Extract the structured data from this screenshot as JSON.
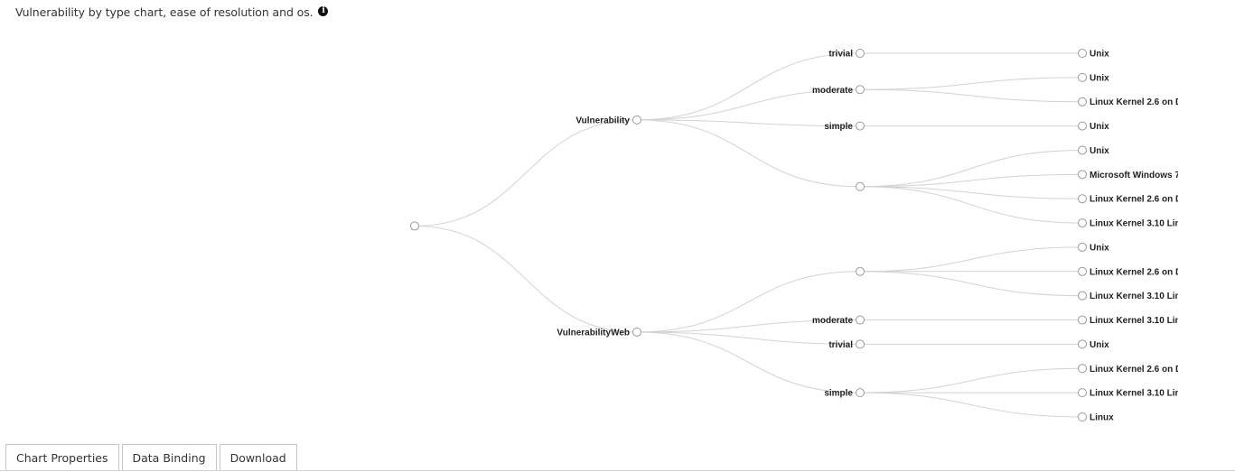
{
  "header": {
    "title": "Vulnerability by type chart, ease of resolution and os.",
    "info_icon": "info-circle-icon"
  },
  "tree": {
    "levels": 4,
    "colors": {
      "link": "#d2d2d2",
      "node_stroke": "#9a9a9a",
      "label": "#222222"
    },
    "root": {
      "label": "",
      "children": [
        {
          "label": "Vulnerability",
          "children": [
            {
              "label": "trivial",
              "children": [
                {
                  "label": "Unix"
                }
              ]
            },
            {
              "label": "moderate",
              "children": [
                {
                  "label": "Unix"
                },
                {
                  "label": "Linux Kernel 2.6 on D"
                }
              ]
            },
            {
              "label": "simple",
              "children": [
                {
                  "label": "Unix"
                }
              ]
            },
            {
              "label": "",
              "children": [
                {
                  "label": "Unix"
                },
                {
                  "label": "Microsoft Windows 7"
                },
                {
                  "label": "Linux Kernel 2.6 on D"
                },
                {
                  "label": "Linux Kernel 3.10 Lin"
                }
              ]
            }
          ]
        },
        {
          "label": "VulnerabilityWeb",
          "children": [
            {
              "label": "",
              "children": [
                {
                  "label": "Unix"
                },
                {
                  "label": "Linux Kernel 2.6 on D"
                },
                {
                  "label": "Linux Kernel 3.10 Lin"
                }
              ]
            },
            {
              "label": "moderate",
              "children": [
                {
                  "label": "Linux Kernel 3.10 Lin"
                }
              ]
            },
            {
              "label": "trivial",
              "children": [
                {
                  "label": "Unix"
                }
              ]
            },
            {
              "label": "simple",
              "children": [
                {
                  "label": "Linux Kernel 2.6 on D"
                },
                {
                  "label": "Linux Kernel 3.10 Lin"
                },
                {
                  "label": "Linux"
                }
              ]
            }
          ]
        }
      ]
    }
  },
  "tabs": [
    {
      "id": "chart-properties",
      "label": "Chart Properties"
    },
    {
      "id": "data-binding",
      "label": "Data Binding"
    },
    {
      "id": "download",
      "label": "Download"
    }
  ]
}
